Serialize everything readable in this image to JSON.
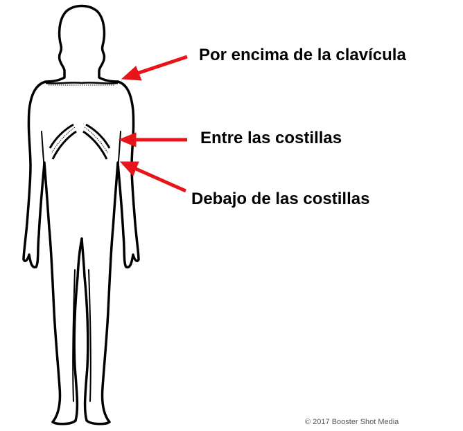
{
  "labels": {
    "above_clavicle": "Por encima de la clavícula",
    "between_ribs": "Entre las costillas",
    "below_ribs": "Debajo de las costillas"
  },
  "copyright": "© 2017 Booster Shot Media",
  "colors": {
    "arrow": "#e8141b",
    "outline": "#000000",
    "text": "#000000"
  }
}
